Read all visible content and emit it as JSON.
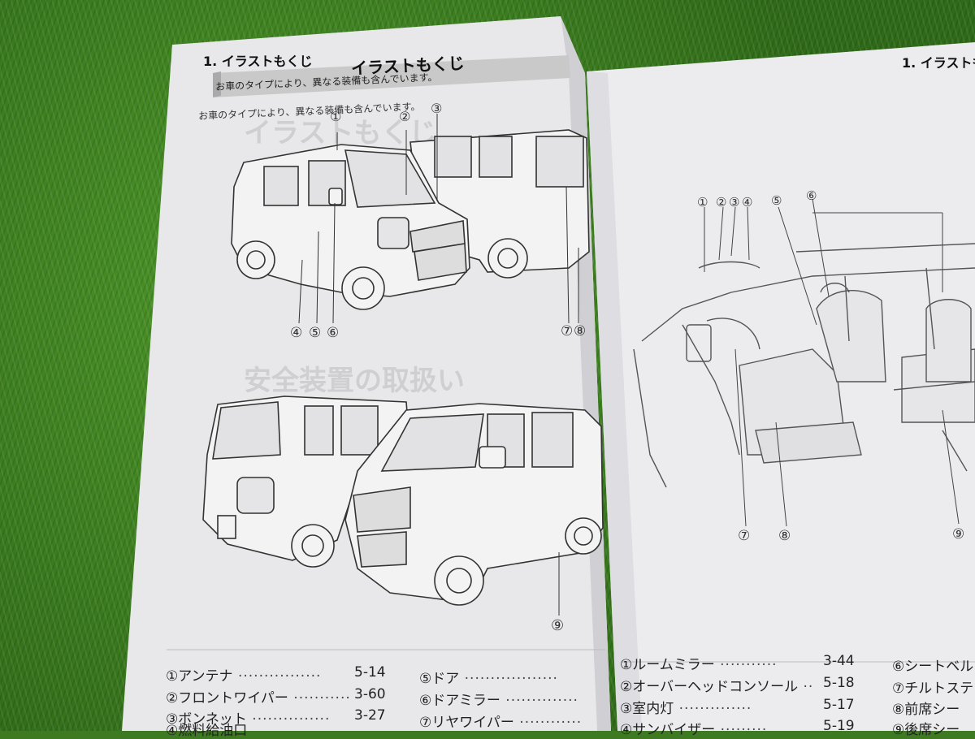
{
  "left_page": {
    "section_header": "1. イラストもくじ",
    "title": "イラストもくじ",
    "note": "お車のタイプにより、異なる装備も含んでいます。",
    "callouts_top": [
      "①",
      "②",
      "③"
    ],
    "callouts_bottom": [
      "④",
      "⑤",
      "⑥"
    ],
    "callouts_rear": [
      "⑦",
      "⑧"
    ],
    "callout_lower": "⑨",
    "items": [
      {
        "label": "①アンテナ",
        "page": "5-14"
      },
      {
        "label": "②フロントワイパー",
        "page": "3-60"
      },
      {
        "label": "③ボンネット",
        "page": "3-27"
      },
      {
        "label": "④燃料給油口",
        "page": ""
      }
    ],
    "items_col2": [
      {
        "label": "⑤ドア"
      },
      {
        "label": "⑥ドアミラー"
      },
      {
        "label": "⑦リヤワイパー"
      }
    ]
  },
  "right_page": {
    "section_header": "1. イラストも",
    "callouts_top": [
      "①",
      "②",
      "③",
      "④",
      "⑤",
      "⑥"
    ],
    "callouts_bottom": [
      "⑦",
      "⑧",
      "⑨"
    ],
    "items": [
      {
        "label": "①ルームミラー",
        "page": "3-44"
      },
      {
        "label": "②オーバーヘッドコンソール",
        "page": "5-18"
      },
      {
        "label": "③室内灯",
        "page": "5-17"
      },
      {
        "label": "④サンバイザー",
        "page": "5-19"
      }
    ],
    "items_col2": [
      {
        "label": "⑥シートベル"
      },
      {
        "label": "⑦チルトステ"
      },
      {
        "label": "⑧前席シー"
      },
      {
        "label": "⑨後席シー"
      }
    ]
  },
  "colors": {
    "grass": "#3e7a22",
    "paper": "#e9e9ea",
    "header_band": "#c9c9c9"
  }
}
